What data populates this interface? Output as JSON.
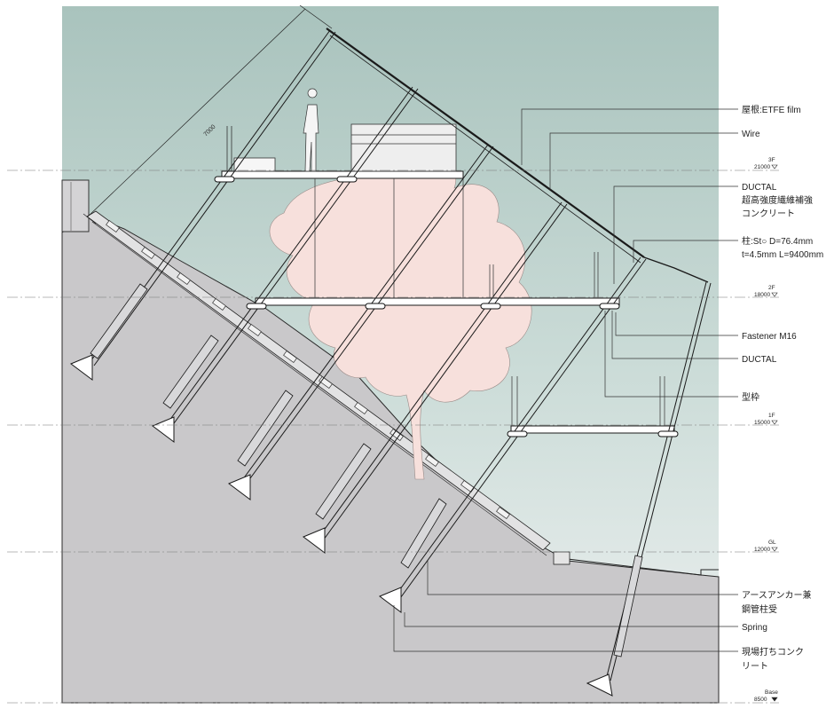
{
  "labels": {
    "roof": "屋根:ETFE film",
    "wire": "Wire",
    "ductal_1": "DUCTAL",
    "ductal_2": "超高強度繊維補強",
    "ductal_3": "コンクリート",
    "column_1": "柱:St○ D=76.4mm",
    "column_2": "t=4.5mm L=9400mm",
    "fastener": "Fastener M16",
    "ductal_b": "DUCTAL",
    "formwork": "型枠",
    "anchor_1": "アースアンカー兼",
    "anchor_2": "鋼管柱受",
    "spring": "Spring",
    "concrete_1": "現場打ちコンク",
    "concrete_2": "リート"
  },
  "levels": [
    {
      "name": "3F",
      "value": "21000"
    },
    {
      "name": "2F",
      "value": "18000"
    },
    {
      "name": "1F",
      "value": "15000"
    },
    {
      "name": "GL",
      "value": "12000"
    },
    {
      "name": "Base",
      "value": "8500"
    }
  ],
  "dimension": "7000",
  "colors": {
    "sky_top": "#a9c3bd",
    "sky_bottom": "#e9eeee",
    "ground": "#c9c8ca",
    "tree": "#f7e0dc",
    "line": "#1a1a1a"
  }
}
